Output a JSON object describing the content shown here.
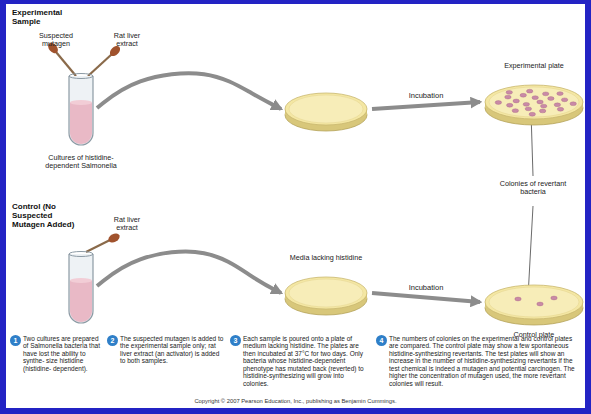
{
  "diagram": {
    "nodes": [
      {
        "text": [
          "Experimental Sample"
        ]
      },
      {
        "text": []
      },
      {
        "text": [
          "Experimental plate"
        ]
      },
      {
        "text": [
          "Control (No Suspected Mutagen Added)"
        ]
      },
      {
        "text": [
          "Media lacking histidine"
        ]
      },
      {
        "text": [
          "Control plate"
        ]
      }
    ],
    "edges": [
      {
        "from": 0,
        "to": 1,
        "arrow": "to"
      },
      {
        "from": 1,
        "to": 2,
        "label": "Incubation",
        "arrow": "to"
      },
      {
        "from": 3,
        "to": 4,
        "arrow": "to"
      },
      {
        "from": 4,
        "to": 5,
        "label": "Incubation",
        "arrow": "to"
      }
    ],
    "labels": [
      "Suspected mutagen",
      "Rat liver extract",
      "Cultures of histidine-dependent Salmonella",
      "Rat liver extract",
      "Colonies of revertant bacteria",
      "1",
      "Two cultures are prepared of Salmonella bacteria that have lost the ability to synthe- size histidine (histidine- dependent).",
      "2",
      "The suspected mutagen is added to the experimental sample only; rat liver extract (an activator) is added to both samples.",
      "3",
      "Each sample is poured onto a plate of medium lacking histidine. The plates are then incubated at 37°C for two days. Only bacteria whose histidine-dependent phenotype has mutated back (reverted) to histidine-synthesizing will grow into colonies.",
      "4",
      "The numbers of colonies on the experimental and control plates are compared. The control plate may show a few spontaneous histidine-synthesizing revertants. The test plates will show an increase in the number of histidine-synthesizing revertants if the test chemical is indeed a mutagen and potential carcinogen. The higher the concentration of mutagen used, the more revertant colonies will result.",
      "Copyright © 2007 Pearson Education, Inc., publishing as Benjamin Cummings."
    ]
  }
}
